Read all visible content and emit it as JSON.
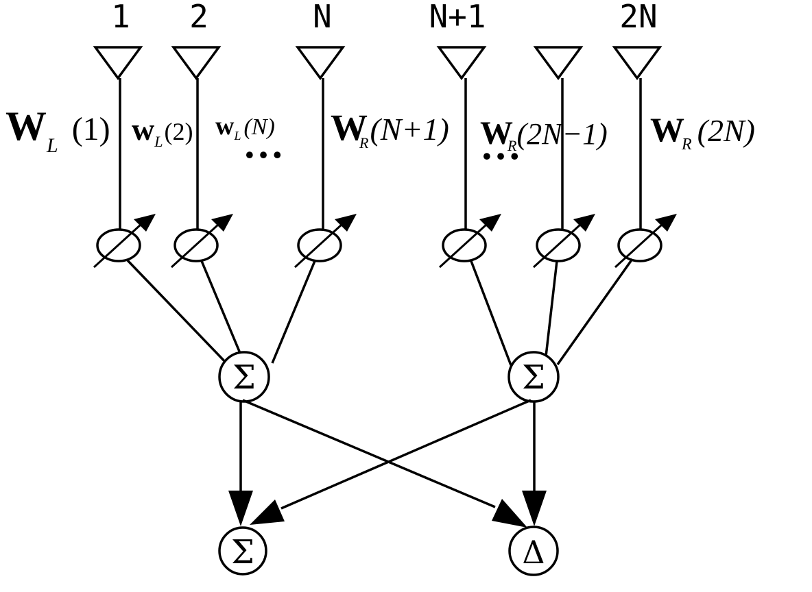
{
  "ports": [
    "1",
    "2",
    "N",
    "N+1",
    "2N"
  ],
  "weights": [
    {
      "base": "W",
      "sub": "L",
      "arg": "(1)"
    },
    {
      "base": "w",
      "sub": "L",
      "arg": "(2)"
    },
    {
      "base": "w",
      "sub": "L",
      "arg": "(N)"
    },
    {
      "base": "W",
      "sub": "R",
      "arg": "(N+1)"
    },
    {
      "base": "W",
      "sub": "R",
      "arg": "(2N−1)"
    },
    {
      "base": "W",
      "sub": "R",
      "arg": "(2N)"
    }
  ],
  "ellipsis": "…",
  "phase_symbol": "∅",
  "sum_symbol": "Σ",
  "diff_symbol": "Δ"
}
